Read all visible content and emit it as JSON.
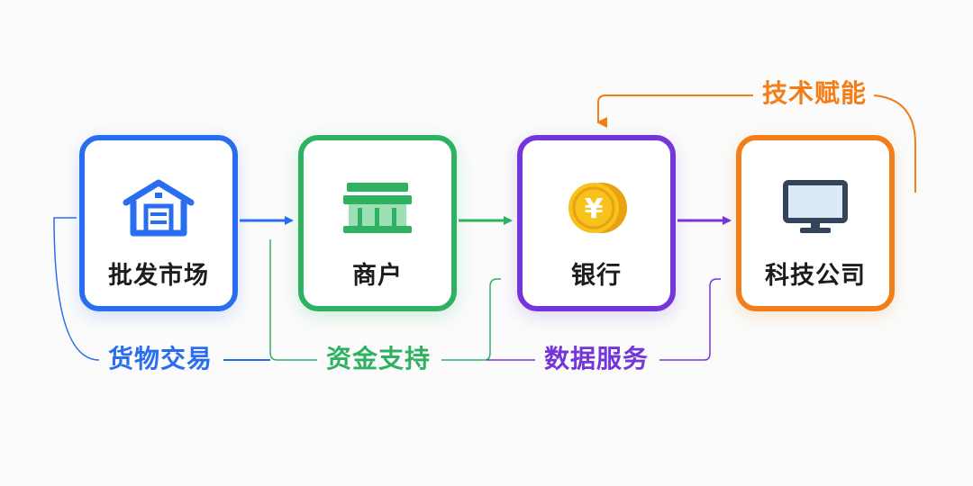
{
  "nodes": {
    "market": {
      "label": "批发市场",
      "icon": "market-building-icon",
      "color": "#2a6ef0"
    },
    "merchant": {
      "label": "商户",
      "icon": "storefront-icon",
      "color": "#2fb162"
    },
    "bank": {
      "label": "银行",
      "icon": "yuan-coin-icon",
      "coin_symbol": "¥",
      "color": "#7436d8"
    },
    "tech": {
      "label": "科技公司",
      "icon": "monitor-icon",
      "color": "#f37d18"
    }
  },
  "flows": {
    "goods": {
      "label": "货物交易",
      "color": "#2a6ef0"
    },
    "funds": {
      "label": "资金支持",
      "color": "#2fb162"
    },
    "data": {
      "label": "数据服务",
      "color": "#7436d8"
    },
    "tech": {
      "label": "技术赋能",
      "color": "#f37d18"
    }
  }
}
